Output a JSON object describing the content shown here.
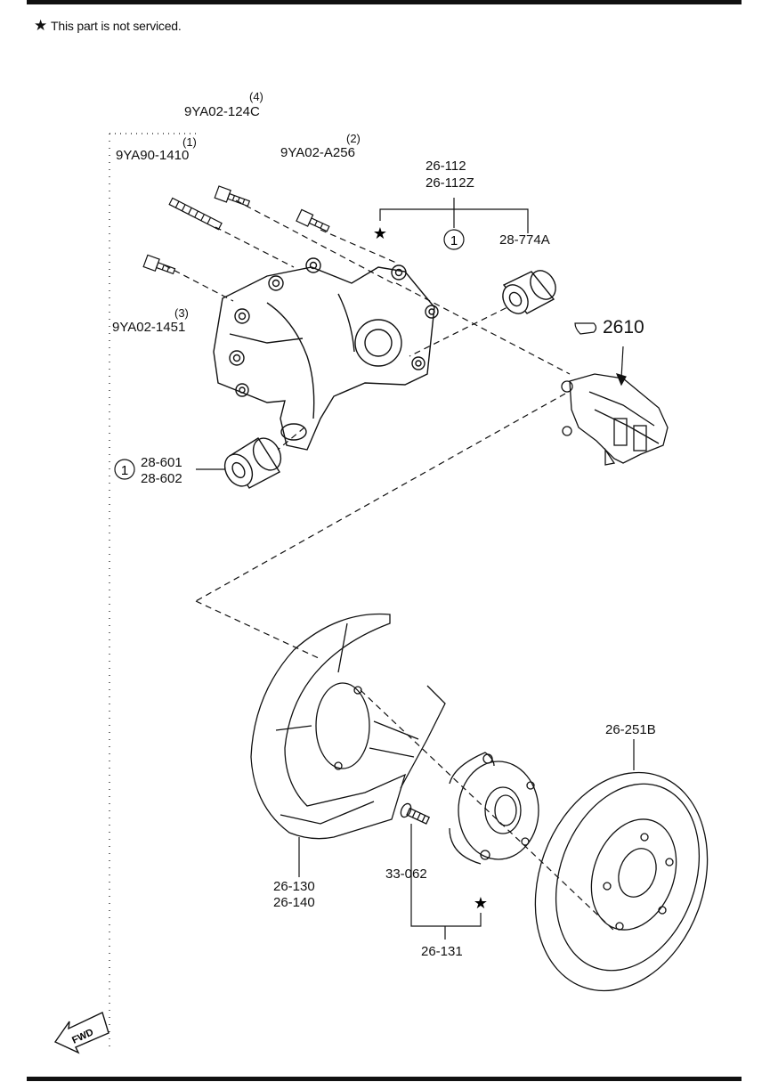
{
  "note": {
    "star": "★",
    "text": "This part is not serviced."
  },
  "labels": {
    "qty4": "(4)",
    "bolt_124c": "9YA02-124C",
    "qty1": "(1)",
    "bolt_1410": "9YA90-1410",
    "qty2": "(2)",
    "bolt_a256": "9YA02-A256",
    "qty3": "(3)",
    "bolt_1451": "9YA02-1451",
    "knuckle_a": "26-112",
    "knuckle_b": "26-112Z",
    "bushing_upper": "28-774A",
    "caliper_ref": "2610",
    "bushing_lower_a": "28-601",
    "bushing_lower_b": "28-602",
    "disc": "26-251B",
    "dust_a": "26-130",
    "dust_b": "26-140",
    "hub_bolt": "33-062",
    "hub": "26-131",
    "circle_upper": "1",
    "circle_lower": "1",
    "star_knuckle": "★",
    "star_hub": "★",
    "fwd": "FWD"
  },
  "colors": {
    "ink": "#111111"
  }
}
